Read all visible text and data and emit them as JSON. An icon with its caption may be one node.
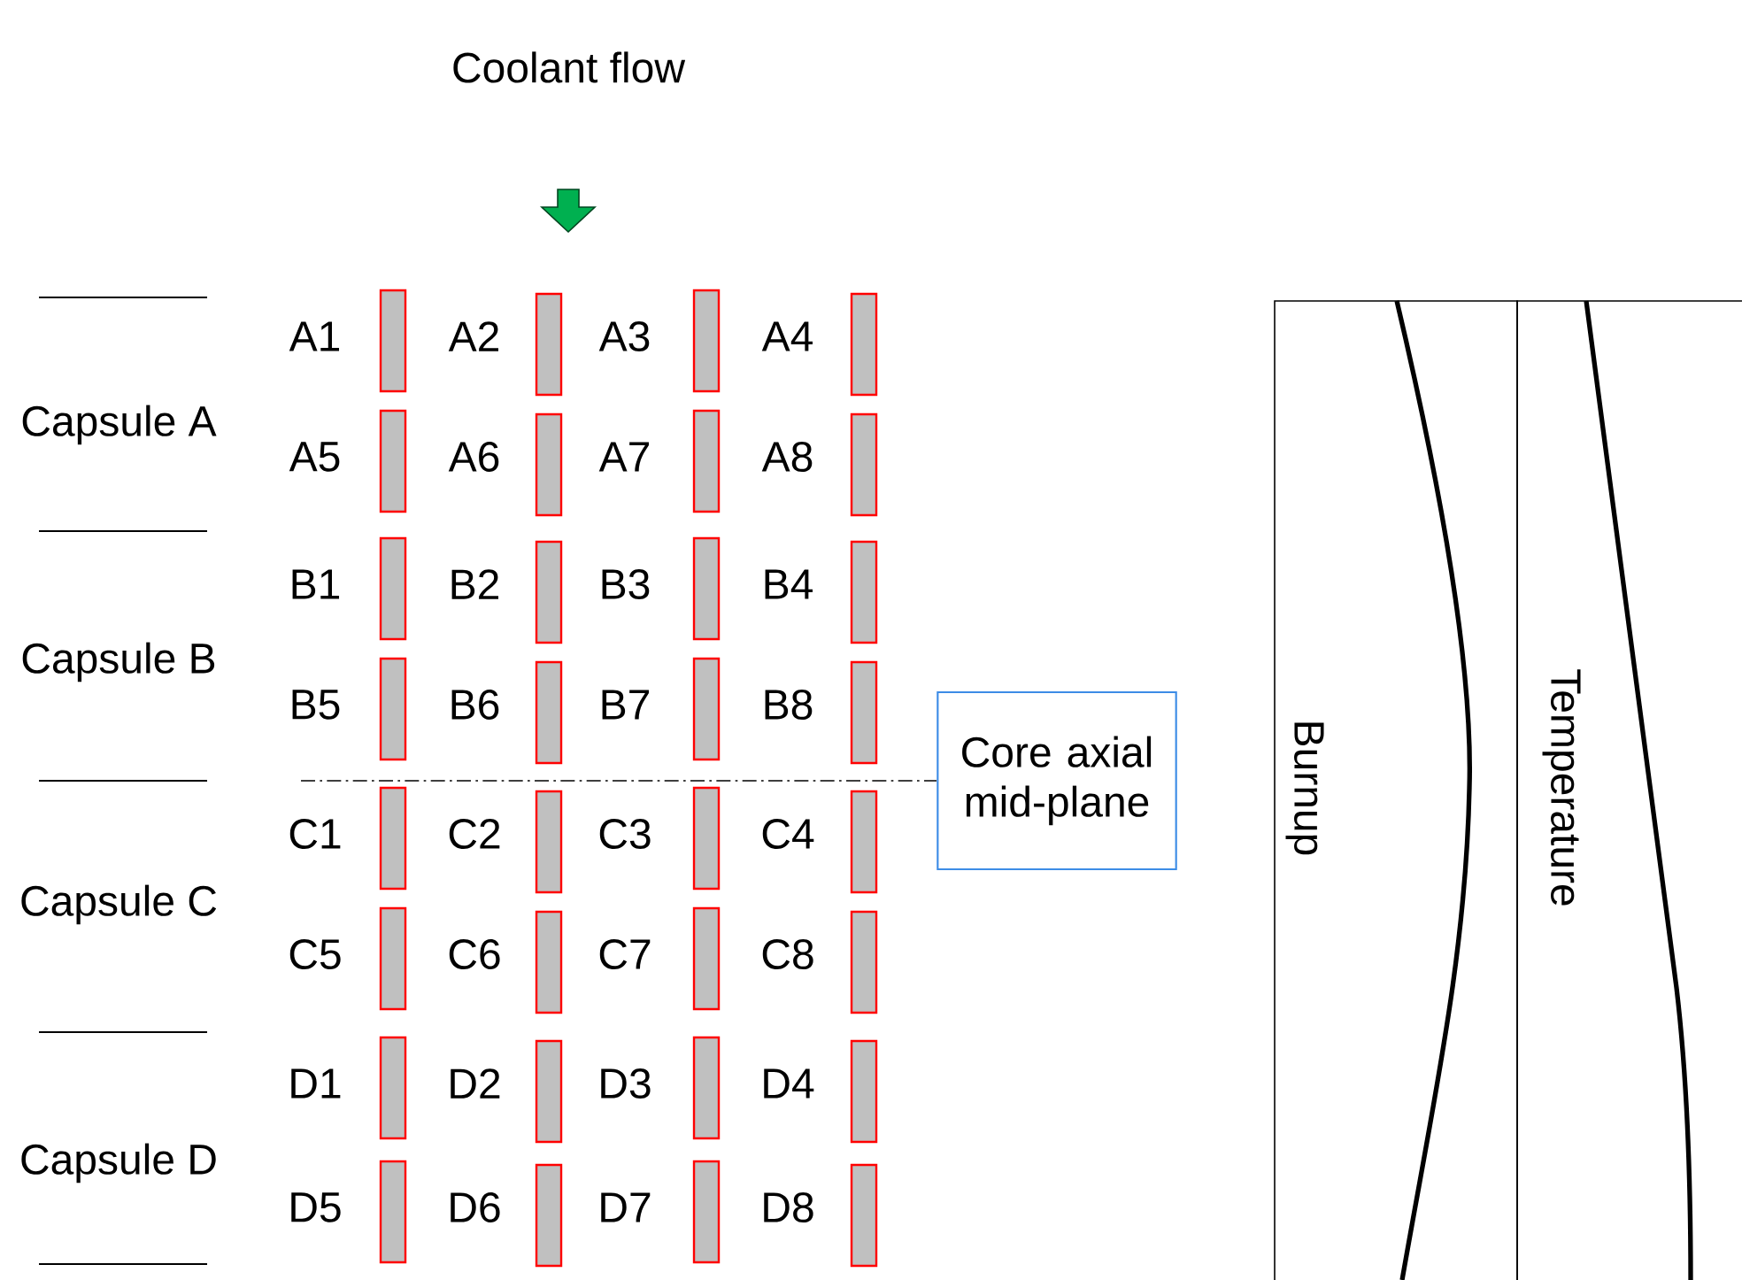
{
  "diagram": {
    "nodes": [
      {
        "text": [
          "Core axial mid-plane"
        ]
      },
      {
        "text": [
          "Burnup"
        ]
      },
      {
        "text": [
          "Temperature"
        ]
      }
    ],
    "labels": [
      "Coolant flow",
      "Capsule A",
      "A1",
      "A2",
      "A3",
      "A4",
      "A5",
      "A6",
      "A7",
      "A8",
      "Capsule B",
      "B1",
      "B2",
      "B3",
      "B4",
      "B5",
      "B6",
      "B7",
      "B8",
      "Capsule C",
      "C1",
      "C2",
      "C3",
      "C4",
      "C5",
      "C6",
      "C7",
      "C8",
      "Capsule D",
      "D1",
      "D2",
      "D3",
      "D4",
      "D5",
      "D6",
      "D7",
      "D8"
    ]
  }
}
